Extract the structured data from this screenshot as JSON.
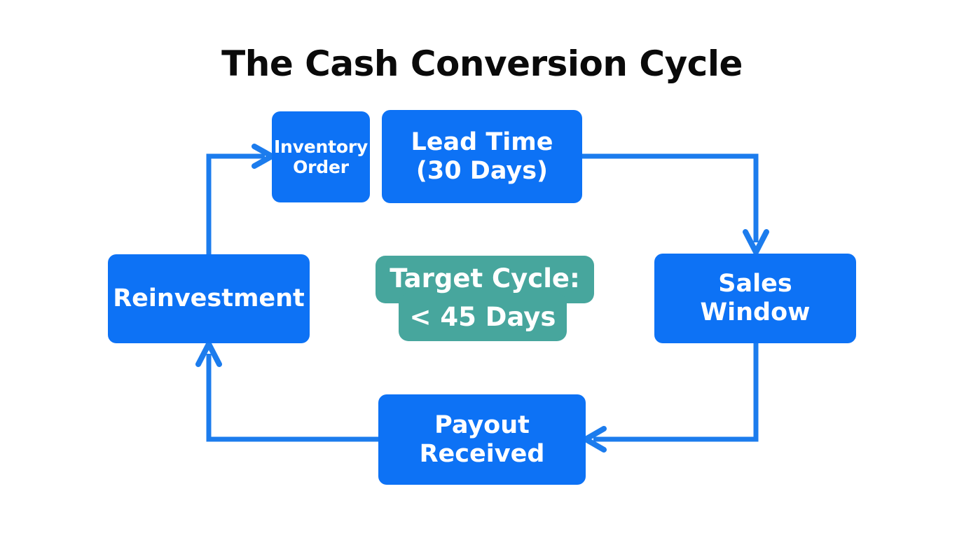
{
  "title": "The Cash Conversion Cycle",
  "colors": {
    "background": "#ffffff",
    "node_blue": "#0d72f5",
    "callout_teal": "#47a69d",
    "connector_blue": "#1c7ced",
    "title_text": "#0a0a0a",
    "node_text": "#ffffff"
  },
  "nodes": {
    "inventory_order": {
      "line1": "Inventory",
      "line2": "Order"
    },
    "lead_time": {
      "line1": "Lead Time",
      "line2": "(30 Days)"
    },
    "sales_window": {
      "line1": "Sales",
      "line2": "Window"
    },
    "payout_received": {
      "line1": "Payout",
      "line2": "Received"
    },
    "reinvestment": {
      "line1": "Reinvestment"
    }
  },
  "callout": {
    "line1": "Target Cycle:",
    "line2": "< 45 Days"
  },
  "connectors": [
    {
      "name": "reinvestment-to-inventory-order",
      "from": "reinvestment",
      "to": "inventory_order",
      "direction": "right"
    },
    {
      "name": "lead-time-to-sales-window",
      "from": "lead_time",
      "to": "sales_window",
      "direction": "down"
    },
    {
      "name": "sales-window-to-payout-received",
      "from": "sales_window",
      "to": "payout_received",
      "direction": "left"
    },
    {
      "name": "payout-received-to-reinvestment",
      "from": "payout_received",
      "to": "reinvestment",
      "direction": "up"
    }
  ]
}
